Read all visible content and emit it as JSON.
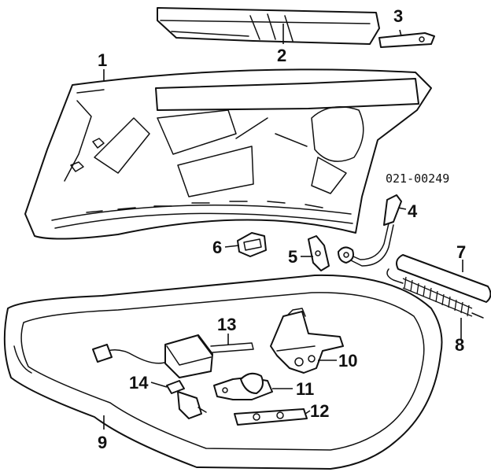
{
  "reference_code": "021-00249",
  "callouts": {
    "c1": "1",
    "c2": "2",
    "c3": "3",
    "c4": "4",
    "c5": "5",
    "c6": "6",
    "c7": "7",
    "c8": "8",
    "c9": "9",
    "c10": "10",
    "c11": "11",
    "c12": "12",
    "c13": "13",
    "c14": "14"
  },
  "colors": {
    "line": "#111111",
    "background": "#ffffff"
  }
}
